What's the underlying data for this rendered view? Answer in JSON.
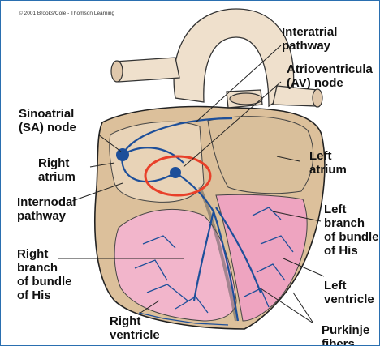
{
  "credit": "© 2001 Brooks/Cole - Thomson Learning",
  "labels": {
    "interatrial": [
      "Interatrial",
      "pathway"
    ],
    "av_node": [
      "Atrioventricula",
      "(AV) node"
    ],
    "sa_node": [
      "Sinoatrial",
      "(SA) node"
    ],
    "right_atrium": [
      "Right",
      "atrium"
    ],
    "left_atrium": [
      "Left",
      "atrium"
    ],
    "internodal": [
      "Internodal",
      "pathway"
    ],
    "left_branch": [
      "Left",
      "branch",
      "of bundle",
      "of His"
    ],
    "right_branch": [
      "Right",
      "branch",
      "of bundle",
      "of His"
    ],
    "left_ventricle": [
      "Left",
      "ventricle"
    ],
    "right_ventricle": [
      "Right",
      "ventricle"
    ],
    "purkinje": [
      "Purkinje",
      "fibers"
    ]
  },
  "colors": {
    "pathway_blue": "#1d4f9a",
    "heart_tan": "#e2c7a3",
    "tissue_pink": "#efb0c7",
    "highlight_red": "#e8402a",
    "aorta": "#efe0cc"
  }
}
